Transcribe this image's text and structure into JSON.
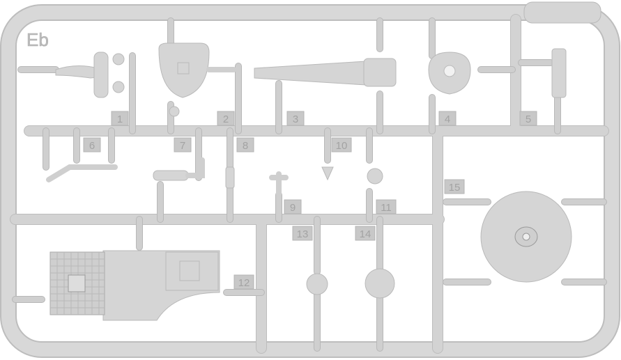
{
  "sprue": {
    "code": "Eb",
    "part_numbers": [
      "1",
      "2",
      "3",
      "4",
      "5",
      "6",
      "7",
      "8",
      "9",
      "10",
      "11",
      "12",
      "13",
      "14",
      "15"
    ]
  },
  "colors": {
    "plastic": "#d5d5d5",
    "background": "#ffffff",
    "label": "#a3a3a3"
  }
}
